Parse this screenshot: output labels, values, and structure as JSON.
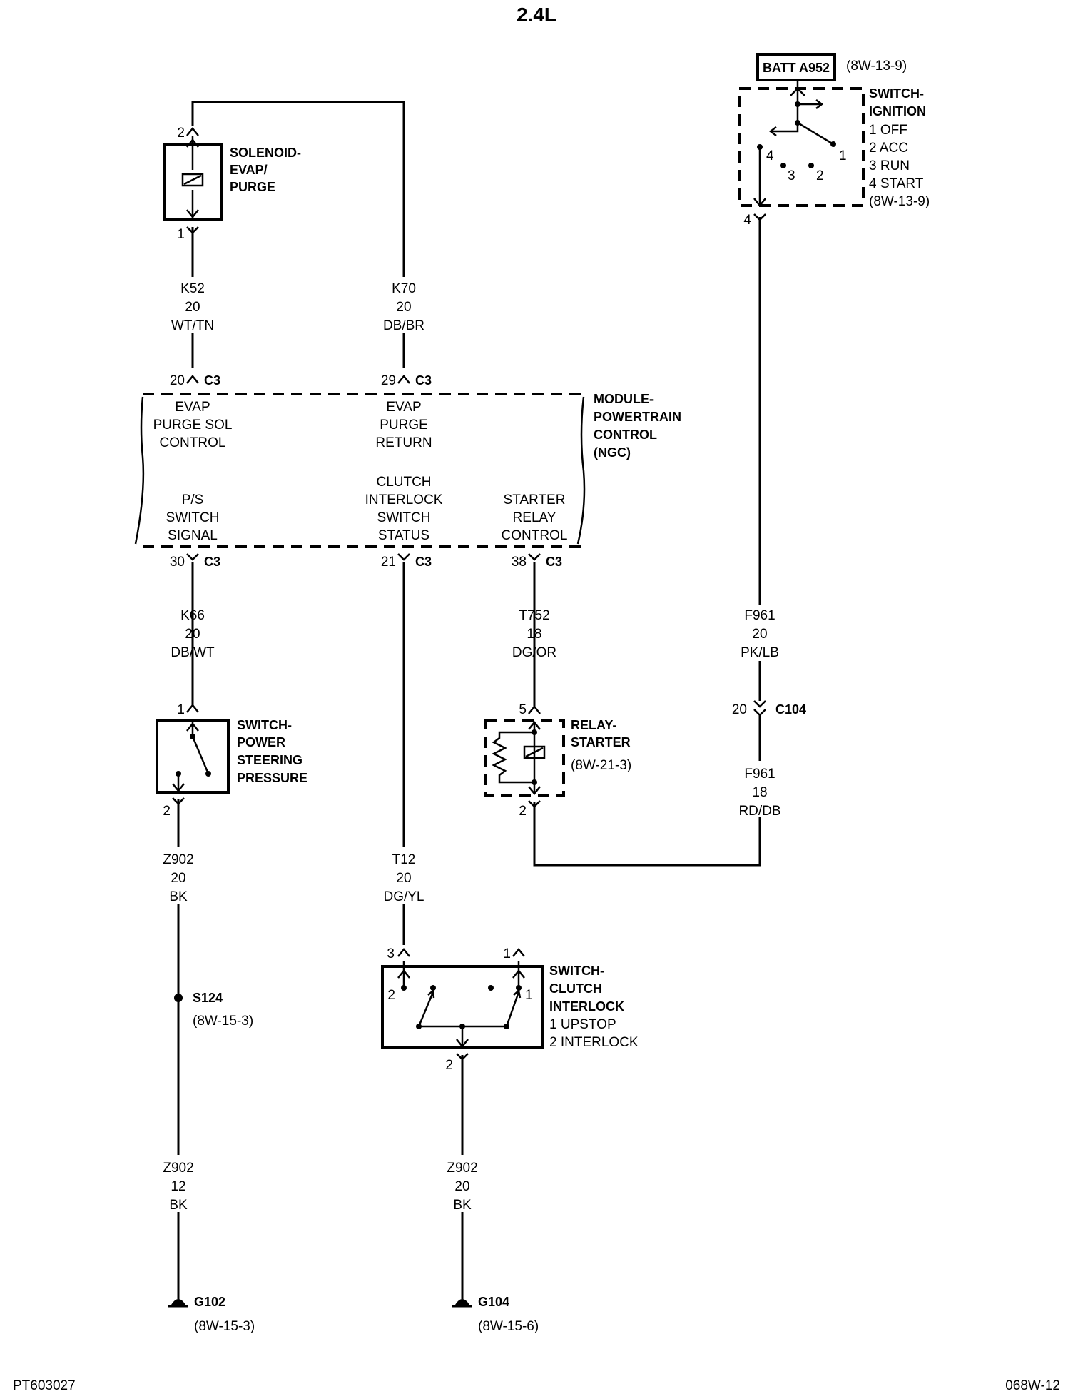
{
  "title": "2.4L",
  "footer": {
    "left_code": "PT603027",
    "right_code": "068W-12"
  },
  "battery": {
    "label": "BATT A952",
    "ref": "(8W-13-9)"
  },
  "ignition_switch": {
    "title": [
      "SWITCH-",
      "IGNITION"
    ],
    "positions": [
      "1 OFF",
      "2 ACC",
      "3 RUN",
      "4 START"
    ],
    "ref": "(8W-13-9)",
    "contact_labels": [
      "4",
      "3",
      "2",
      "1"
    ],
    "output_pin": "4"
  },
  "solenoid": {
    "title": [
      "SOLENOID-",
      "EVAP/",
      "PURGE"
    ],
    "pin_top": "2",
    "pin_bottom": "1"
  },
  "wires": {
    "k52": {
      "circuit": "K52",
      "gauge": "20",
      "color": "WT/TN"
    },
    "k70": {
      "circuit": "K70",
      "gauge": "20",
      "color": "DB/BR"
    },
    "k66": {
      "circuit": "K66",
      "gauge": "20",
      "color": "DB/WT"
    },
    "t752": {
      "circuit": "T752",
      "gauge": "18",
      "color": "DG/OR"
    },
    "f961_upper": {
      "circuit": "F961",
      "gauge": "20",
      "color": "PK/LB"
    },
    "f961_lower": {
      "circuit": "F961",
      "gauge": "18",
      "color": "RD/DB"
    },
    "z902_ps": {
      "circuit": "Z902",
      "gauge": "20",
      "color": "BK"
    },
    "t12": {
      "circuit": "T12",
      "gauge": "20",
      "color": "DG/YL"
    },
    "z902_g102": {
      "circuit": "Z902",
      "gauge": "12",
      "color": "BK"
    },
    "z902_g104": {
      "circuit": "Z902",
      "gauge": "20",
      "color": "BK"
    }
  },
  "pcm": {
    "title": [
      "MODULE-",
      "POWERTRAIN",
      "CONTROL",
      "(NGC)"
    ],
    "connector": "C3",
    "pins_top": [
      {
        "pin": "20",
        "function": [
          "EVAP",
          "PURGE SOL",
          "CONTROL"
        ]
      },
      {
        "pin": "29",
        "function": [
          "EVAP",
          "PURGE",
          "RETURN"
        ]
      }
    ],
    "pins_bottom": [
      {
        "pin": "30",
        "function": [
          "P/S",
          "SWITCH",
          "SIGNAL"
        ]
      },
      {
        "pin": "21",
        "function": [
          "CLUTCH",
          "INTERLOCK",
          "SWITCH",
          "STATUS"
        ]
      },
      {
        "pin": "38",
        "function": [
          "STARTER",
          "RELAY",
          "CONTROL"
        ]
      }
    ]
  },
  "ps_switch": {
    "title": [
      "SWITCH-",
      "POWER",
      "STEERING",
      "PRESSURE"
    ],
    "pin_top": "1",
    "pin_bottom": "2"
  },
  "starter_relay": {
    "title": [
      "RELAY-",
      "STARTER"
    ],
    "ref": "(8W-21-3)",
    "pin_top": "5",
    "pin_bottom": "2"
  },
  "c104": {
    "pin": "20",
    "label": "C104"
  },
  "clutch_switch": {
    "title": [
      "SWITCH-",
      "CLUTCH",
      "INTERLOCK"
    ],
    "positions": [
      "1 UPSTOP",
      "2 INTERLOCK"
    ],
    "pin_left": "3",
    "pin_right": "1",
    "pin_bottom": "2",
    "contact_left": "2",
    "contact_right": "1"
  },
  "splice": {
    "label": "S124",
    "ref": "(8W-15-3)"
  },
  "grounds": [
    {
      "label": "G102",
      "ref": "(8W-15-3)"
    },
    {
      "label": "G104",
      "ref": "(8W-15-6)"
    }
  ]
}
